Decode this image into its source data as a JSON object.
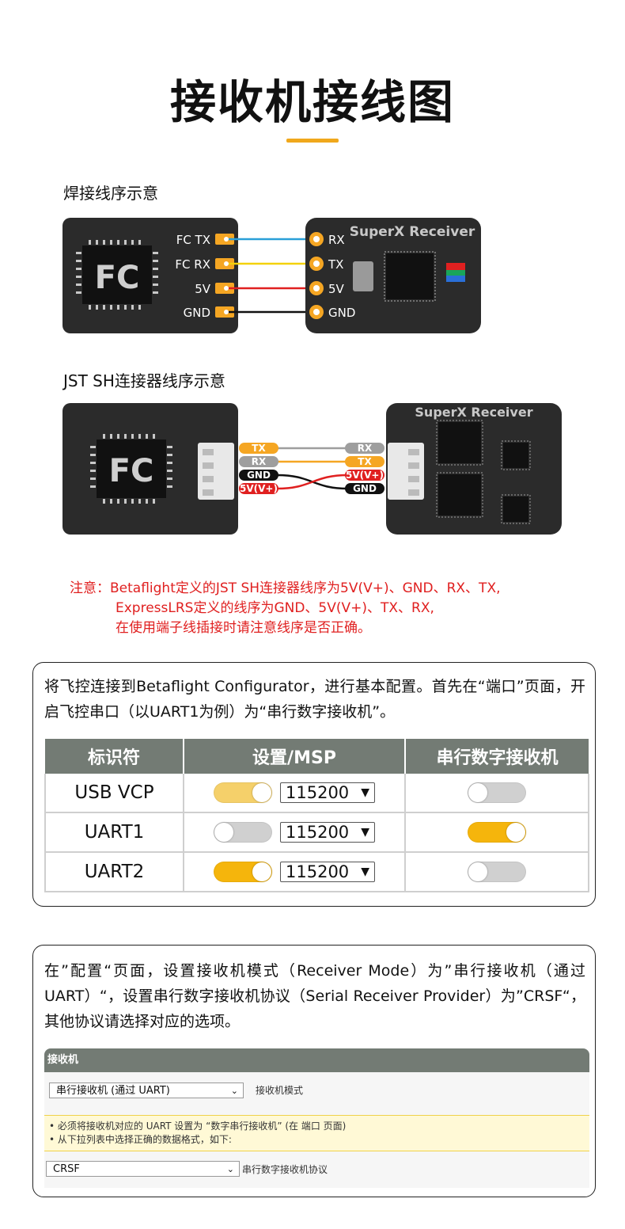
{
  "title": "接收机接线图",
  "section1_label": "焊接线序示意",
  "section2_label": "JST SH连接器线序示意",
  "fc_label": "FC",
  "receiver_title": "SuperX Receiver",
  "fc_pins": [
    "FC TX",
    "FC RX",
    "5V",
    "GND"
  ],
  "rx_pins": [
    "RX",
    "TX",
    "5V",
    "GND"
  ],
  "jst_fc_tags": [
    "TX",
    "RX",
    "GND",
    "5V(V+)"
  ],
  "jst_rx_tags": [
    "RX",
    "TX",
    "5V(V+)",
    "GND"
  ],
  "wire_colors": {
    "blue": "#2a9fd8",
    "yellow": "#f4d20c",
    "red": "#e02020",
    "black": "#111111",
    "gray": "#9e9e9e",
    "orange": "#f5a623"
  },
  "note": {
    "line1": "注意：Betaflight定义的JST SH连接器线序为5V(V+)、GND、RX、TX,",
    "line2": "ExpressLRS定义的线序为GND、5V(V+)、TX、RX,",
    "line3": "在使用端子线插接时请注意线序是否正确。"
  },
  "box1": {
    "text": "将飞控连接到Betaflight Configurator，进行基本配置。首先在“端口”页面，开启飞控串口（以UART1为例）为“串行数字接收机”。",
    "table": {
      "headers": [
        "标识符",
        "设置/MSP",
        "串行数字接收机"
      ],
      "rows": [
        {
          "id": "USB VCP",
          "msp_on": true,
          "msp_light": true,
          "baud": "115200",
          "serial_rx": false
        },
        {
          "id": "UART1",
          "msp_on": false,
          "msp_light": false,
          "baud": "115200",
          "serial_rx": true
        },
        {
          "id": "UART2",
          "msp_on": true,
          "msp_light": false,
          "baud": "115200",
          "serial_rx": false
        }
      ]
    }
  },
  "box2": {
    "text": "在”配置“页面，设置接收机模式（Receiver Mode）为”串行接收机（通过UART）“，设置串行数字接收机协议（Serial Receiver Provider）为”CRSF“，其他协议请选择对应的选项。",
    "panel_title": "接收机",
    "mode_value": "串行接收机 (通过 UART)",
    "mode_label": "接收机模式",
    "warn_line1": "• 必须将接收机对应的 UART 设置为 “数字串行接收机” (在 端口 页面)",
    "warn_line2": "• 从下拉列表中选择正确的数据格式，如下:",
    "provider_value": "CRSF",
    "provider_label": "串行数字接收机协议"
  }
}
